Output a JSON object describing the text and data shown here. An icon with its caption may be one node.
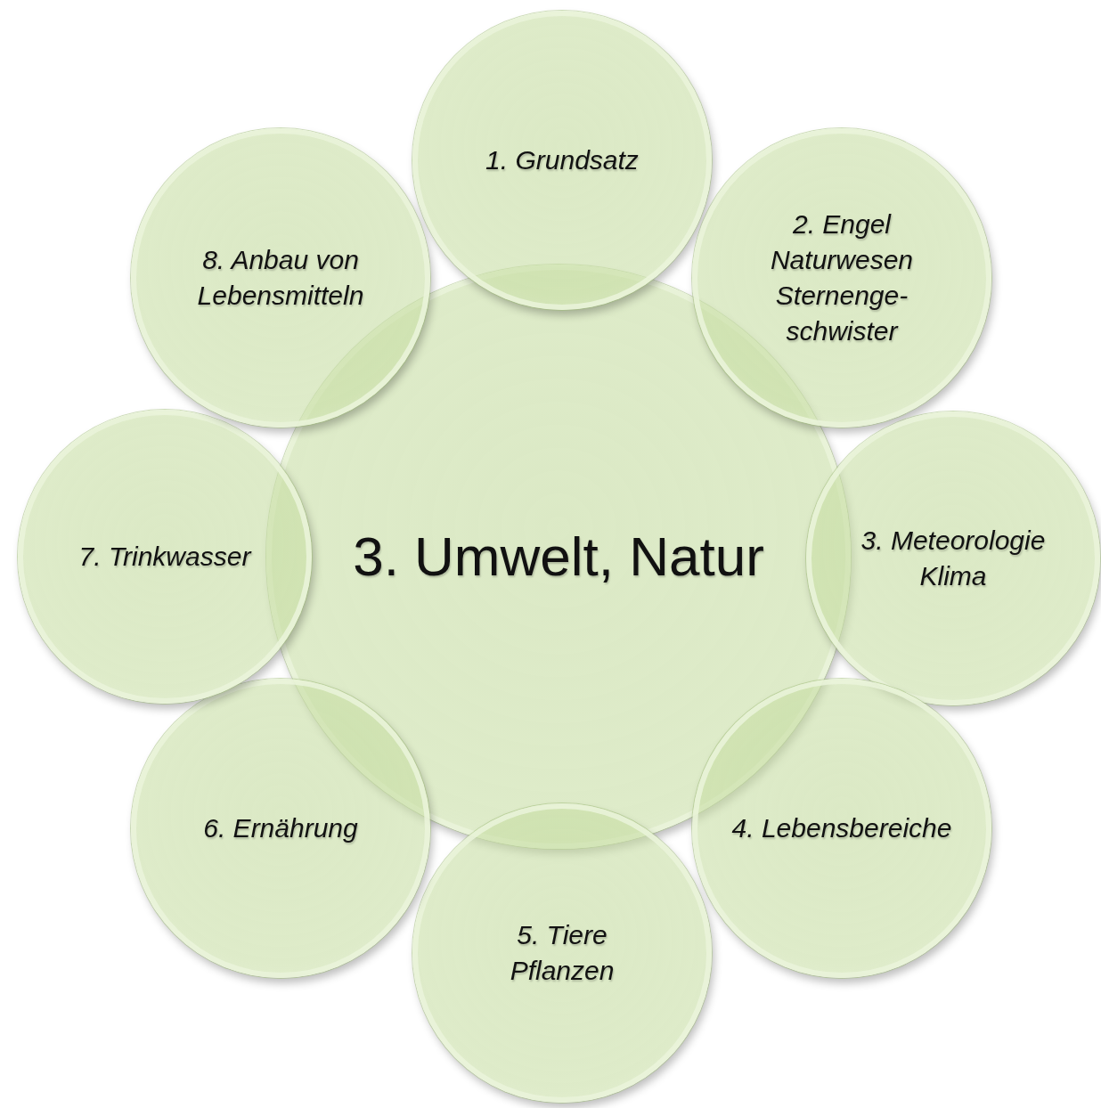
{
  "diagram": {
    "nodes": [
      {
        "text": [
          "3. Umwelt, Natur"
        ]
      },
      {
        "text": [
          "1. Grundsatz"
        ]
      },
      {
        "text": [
          "2. Engel Naturwesen Sternenge- schwister"
        ]
      },
      {
        "text": [
          "3. Meteorologie Klima"
        ]
      },
      {
        "text": [
          "4. Lebensbereiche"
        ]
      },
      {
        "text": [
          "5. Tiere Pflanzen"
        ]
      },
      {
        "text": [
          "6. Ernährung"
        ]
      },
      {
        "text": [
          "7. Trinkwasser"
        ]
      },
      {
        "text": [
          "8. Anbau von Lebensmitteln"
        ]
      }
    ],
    "edges": []
  }
}
